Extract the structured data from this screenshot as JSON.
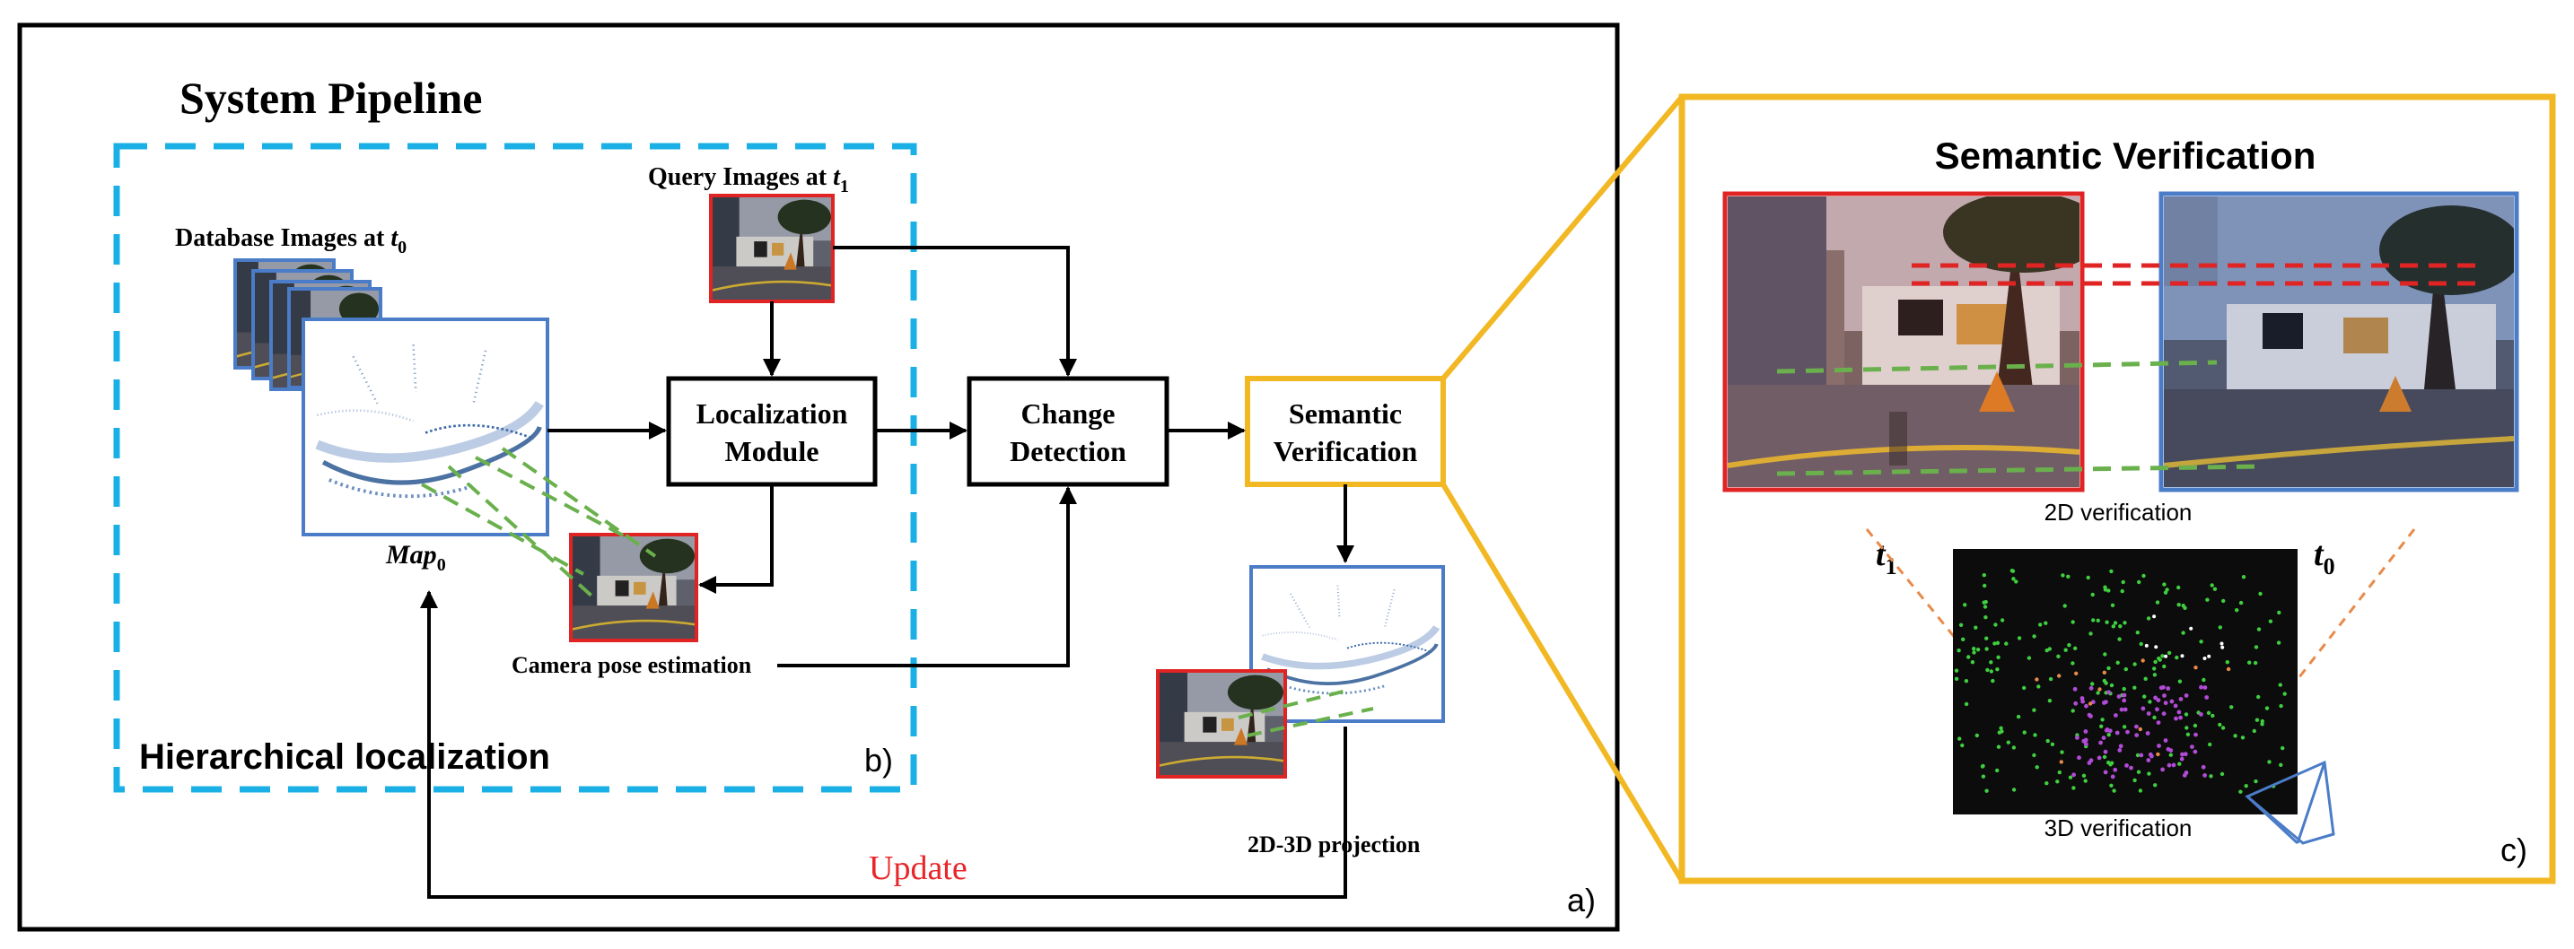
{
  "panel_a": {
    "title": "System Pipeline",
    "label": "a)"
  },
  "panel_b": {
    "title": "Hierarchical localization",
    "label": "b)"
  },
  "panel_c": {
    "title": "Semantic Verification",
    "label": "c)",
    "caption_2d": "2D verification",
    "caption_3d": "3D verification",
    "time_left": "t",
    "time_left_sub": "1",
    "time_right": "t",
    "time_right_sub": "0"
  },
  "labels": {
    "database_images": "Database Images at ",
    "database_t": "t",
    "database_sub": "0",
    "query_images": "Query Images at ",
    "query_t": "t",
    "query_sub": "1",
    "map": "Map",
    "map_sub": "0",
    "camera_pose": "Camera pose estimation",
    "projection": "2D-3D projection",
    "update": "Update"
  },
  "boxes": {
    "localization_line1": "Localization",
    "localization_line2": "Module",
    "change_line1": "Change",
    "change_line2": "Detection",
    "semantic_line1": "Semantic",
    "semantic_line2": "Verification"
  },
  "colors": {
    "accent_cyan": "#1ab0e6",
    "accent_gold": "#f2b824",
    "query_border": "#e02424",
    "database_border": "#4a7cc8",
    "update_text": "#e8262a",
    "match_green": "#6ab04c",
    "match_red": "#e02424",
    "cone_orange": "#e88a4a"
  }
}
